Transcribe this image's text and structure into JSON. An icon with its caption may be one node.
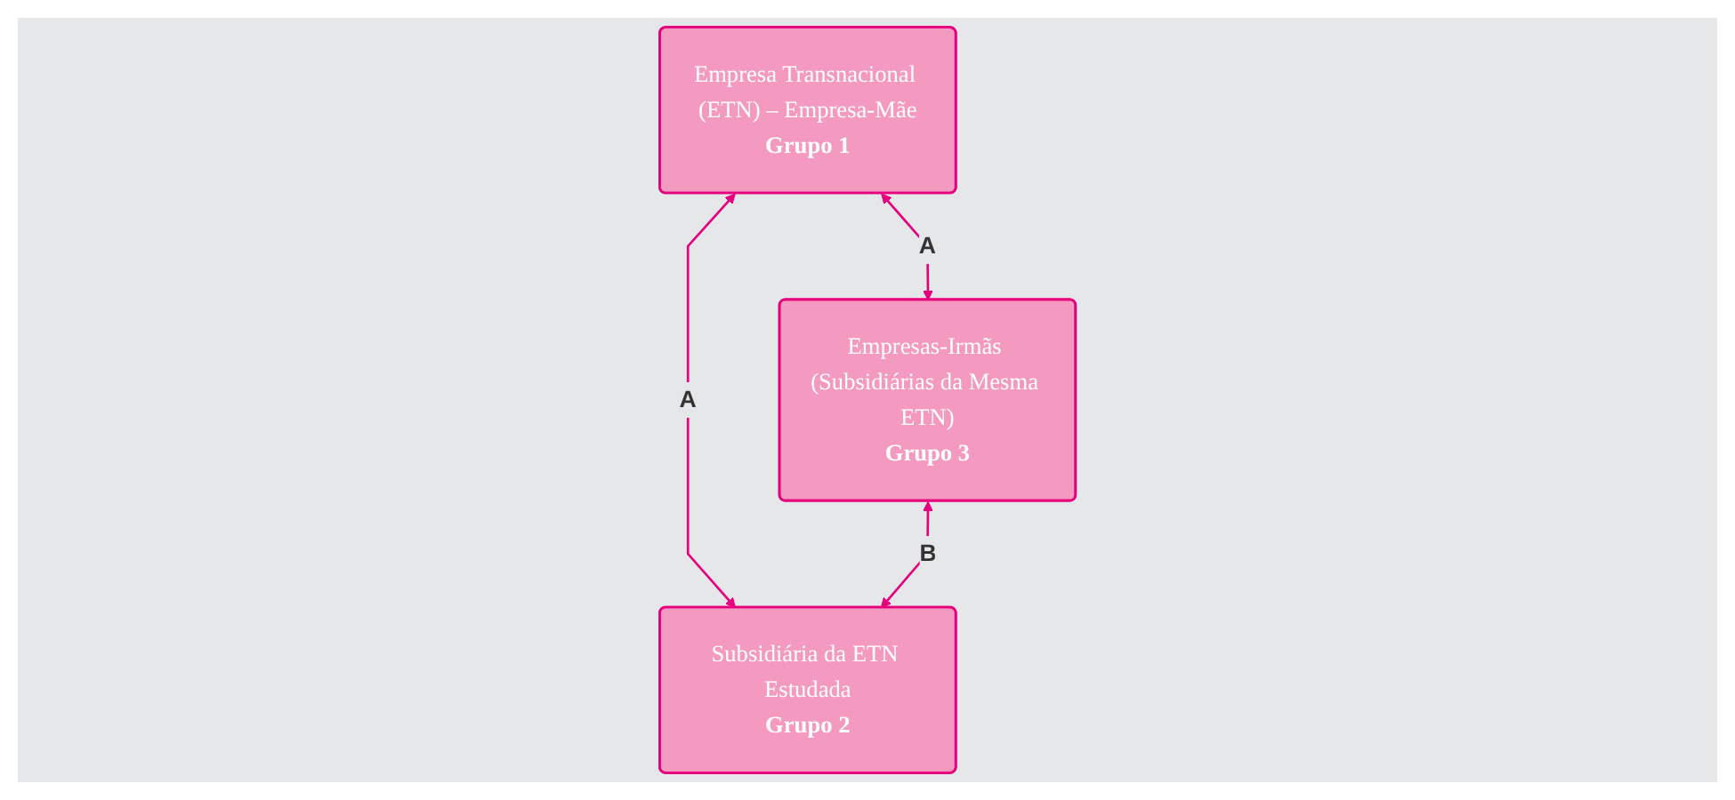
{
  "diagram": {
    "nodes": [
      {
        "text": [
          "Empresa Transnacional (ETN) – Empresa-Mãe",
          "Grupo 1"
        ]
      },
      {
        "text": [
          "Empresas-Irmãs (Subsidiárias da Mesma ETN)",
          "Grupo 3"
        ]
      },
      {
        "text": [
          "Subsidiária da ETN Estudada",
          "Grupo 2"
        ]
      }
    ],
    "edges": [
      {
        "from": 0,
        "to": 1,
        "arrow": "both",
        "label": "A"
      },
      {
        "from": 0,
        "to": 2,
        "arrow": "both",
        "label": "A"
      },
      {
        "from": 1,
        "to": 2,
        "arrow": "both",
        "label": "B"
      }
    ]
  }
}
